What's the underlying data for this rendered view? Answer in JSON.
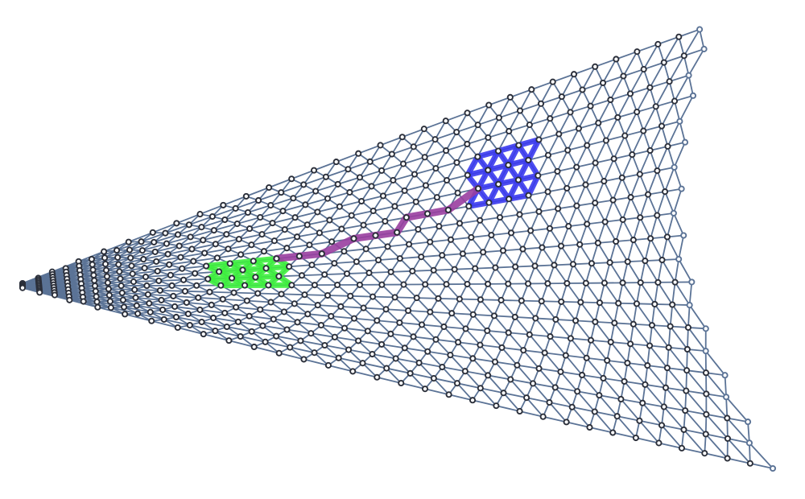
{
  "diagram": {
    "type": "triangular-lattice-graph",
    "lattice": {
      "rows": 19,
      "cols": 30
    },
    "colors": {
      "edge": "#5b7396",
      "node_stroke": "#2b2f3a",
      "boundary_node_stroke": "#5b7396",
      "green_region": "#3ef03e",
      "blue_region": "#3a3af0",
      "path": "#9a3fa0"
    },
    "highlights": {
      "green_region": {
        "label": "",
        "shape": "hexagonal-patch",
        "size": 4
      },
      "blue_region": {
        "label": "",
        "shape": "hexagonal-patch",
        "size": 4
      },
      "connecting_path": {
        "label": "",
        "node_count": 7
      }
    }
  }
}
